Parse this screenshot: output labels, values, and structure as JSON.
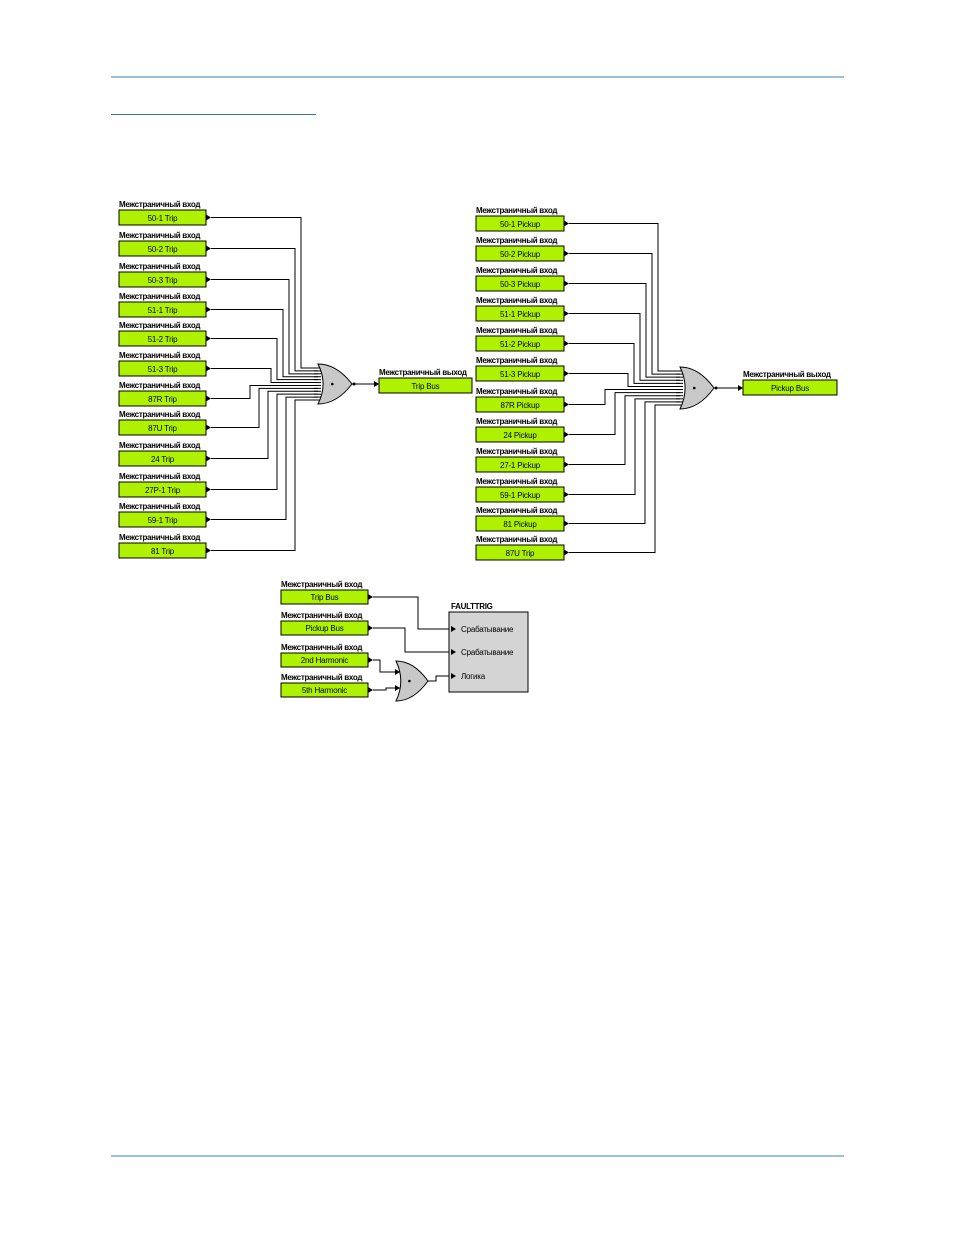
{
  "page": {
    "header_rule": true,
    "footer_rule": true
  },
  "io_label": "Межстраничный вход",
  "output_label": "Межстраничный выход",
  "trip_diagram": {
    "inputs": [
      "50-1 Trip",
      "50-2 Trip",
      "50-3 Trip",
      "51-1 Trip",
      "51-2 Trip",
      "51-3 Trip",
      "87R Trip",
      "87U Trip",
      "24 Trip",
      "27P-1 Trip",
      "59-1 Trip",
      "81 Trip"
    ],
    "gate": "OR",
    "output": "Trip Bus"
  },
  "pickup_diagram": {
    "inputs": [
      "50-1 Pickup",
      "50-2 Pickup",
      "50-3 Pickup",
      "51-1 Pickup",
      "51-2 Pickup",
      "51-3 Pickup",
      "87R Pickup",
      "24 Pickup",
      "27-1 Pickup",
      "59-1 Pickup",
      "81 Pickup",
      "87U Trip"
    ],
    "gate": "OR",
    "output": "Pickup Bus"
  },
  "faulttrig_diagram": {
    "inputs": [
      "Trip Bus",
      "Pickup Bus",
      "2nd Harmonic",
      "5th Harmonic"
    ],
    "block_title": "FAULTTRIG",
    "ports": [
      "Срабатывание",
      "Срабатывание",
      "Логика"
    ]
  },
  "colors": {
    "input_fill": "#aef201",
    "gate_fill": "#c8c8c8",
    "block_fill": "#d4d4d4",
    "rule": "#9fbfd8"
  }
}
